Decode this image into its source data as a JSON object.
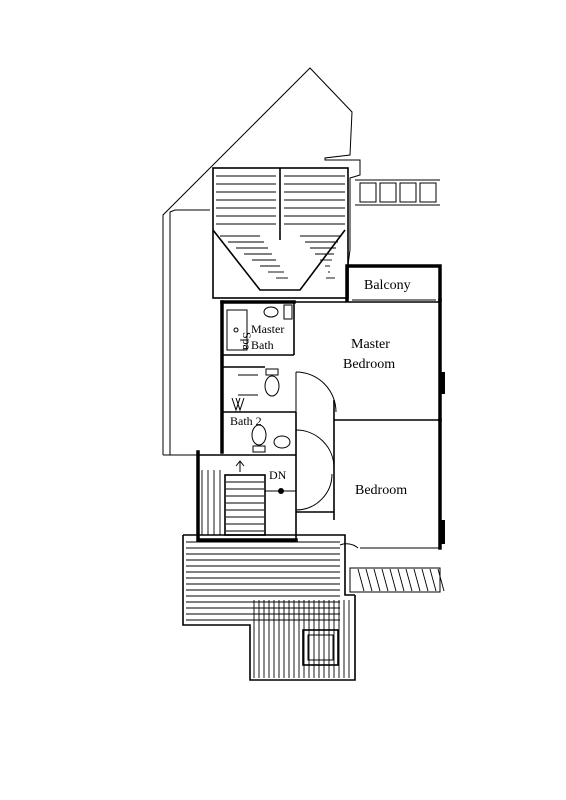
{
  "rooms": {
    "balcony": "Balcony",
    "master_bath_1": "Master",
    "master_bath_2": "Bath",
    "spa": "Spa",
    "master_bedroom_1": "Master",
    "master_bedroom_2": "Bedroom",
    "bath2": "Bath 2",
    "bedroom": "Bedroom",
    "stair_down": "DN"
  }
}
